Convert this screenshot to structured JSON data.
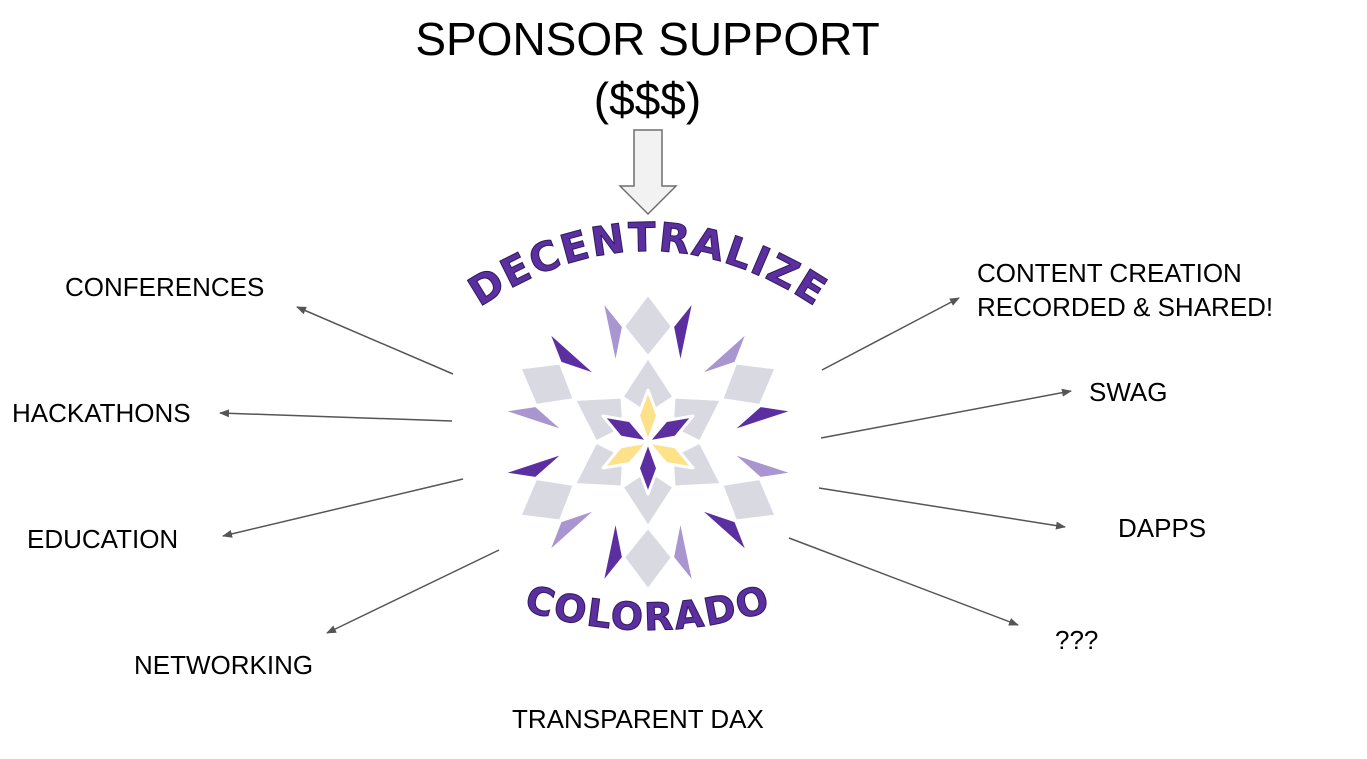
{
  "header": {
    "title": "SPONSOR SUPPORT",
    "subtitle": "($$$)"
  },
  "logo": {
    "top_text": "DECENTRALIZE",
    "bottom_text": "COLORADO",
    "colors": {
      "dark_purple": "#5b2fa0",
      "light_purple": "#a995cf",
      "gray": "#d9d9e1",
      "yellow": "#fde28a"
    }
  },
  "outputs_left": [
    {
      "label": "CONFERENCES"
    },
    {
      "label": "HACKATHONS"
    },
    {
      "label": "EDUCATION"
    },
    {
      "label": "NETWORKING"
    }
  ],
  "outputs_right": [
    {
      "line1": "CONTENT CREATION",
      "line2": "RECORDED & SHARED!"
    },
    {
      "label": "SWAG"
    },
    {
      "label": "DAPPS"
    },
    {
      "label": "???"
    }
  ],
  "footer": {
    "label": "TRANSPARENT DAX"
  },
  "arrow_color": "#555555"
}
